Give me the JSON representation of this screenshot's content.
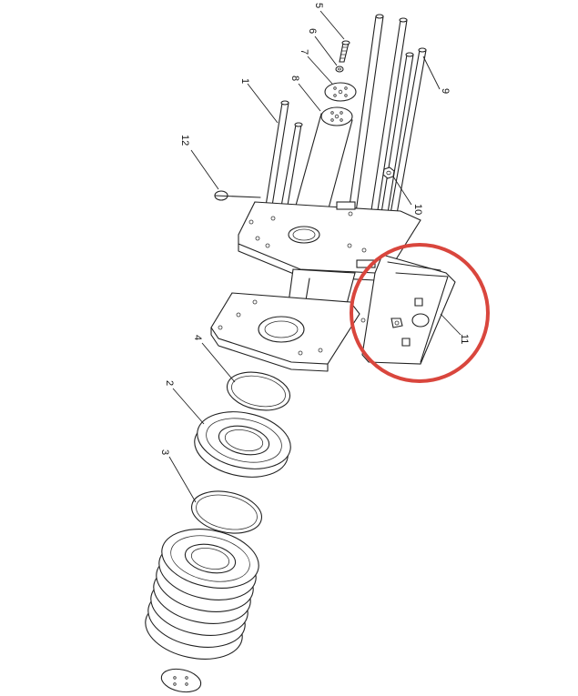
{
  "labels": [
    "1",
    "2",
    "3",
    "4",
    "5",
    "6",
    "7",
    "8",
    "9",
    "10",
    "11",
    "12"
  ],
  "colors": {
    "line": "#222222",
    "highlight": "#d9463d",
    "background": "#ffffff"
  }
}
